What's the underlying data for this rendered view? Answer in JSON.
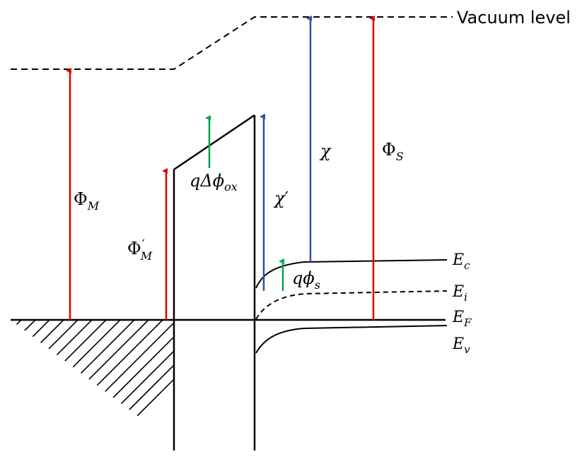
{
  "labels": {
    "vacuum_level": "Vacuum level",
    "phi_m": "Φ",
    "phi_m_sub": "M",
    "phi_m_prime": "Φ",
    "phi_m_prime_mark": "′",
    "phi_m_prime_sub": "M",
    "q_delta_phi_ox": "qΔϕ",
    "q_delta_phi_ox_sub": "ox",
    "chi": "χ",
    "chi_prime": "χ′",
    "phi_s": "Φ",
    "phi_s_sub": "S",
    "q_phi_s": "qϕ",
    "q_phi_s_sub": "s",
    "ec": "E",
    "ec_sub": "c",
    "ei": "E",
    "ei_sub": "i",
    "ef": "E",
    "ef_sub": "F",
    "ev": "E",
    "ev_sub": "v"
  },
  "colors": {
    "red_arrow": "#e00000",
    "blue_arrow": "#2f5597",
    "green_arrow": "#00a650",
    "line": "#000000"
  }
}
